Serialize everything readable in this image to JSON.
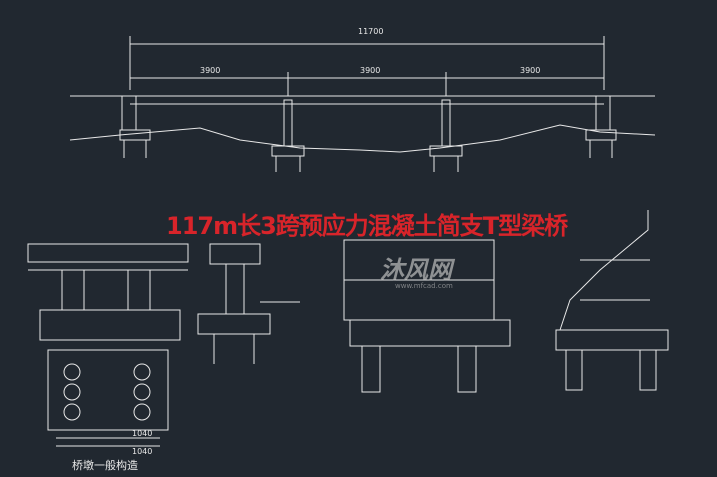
{
  "drawing": {
    "title": "117m长3跨预应力混凝土简支T型梁桥",
    "total_span": "11700",
    "spans": [
      "3900",
      "3900",
      "3900"
    ],
    "pier_dims": [
      "1040",
      "1040"
    ],
    "caption": "桥墩一般构造",
    "watermark": "沐风网",
    "watermark_url": "www.mfcad.com",
    "colors": {
      "background": "#212830",
      "lines": "#e8e8e8",
      "title": "#d8242a"
    }
  }
}
